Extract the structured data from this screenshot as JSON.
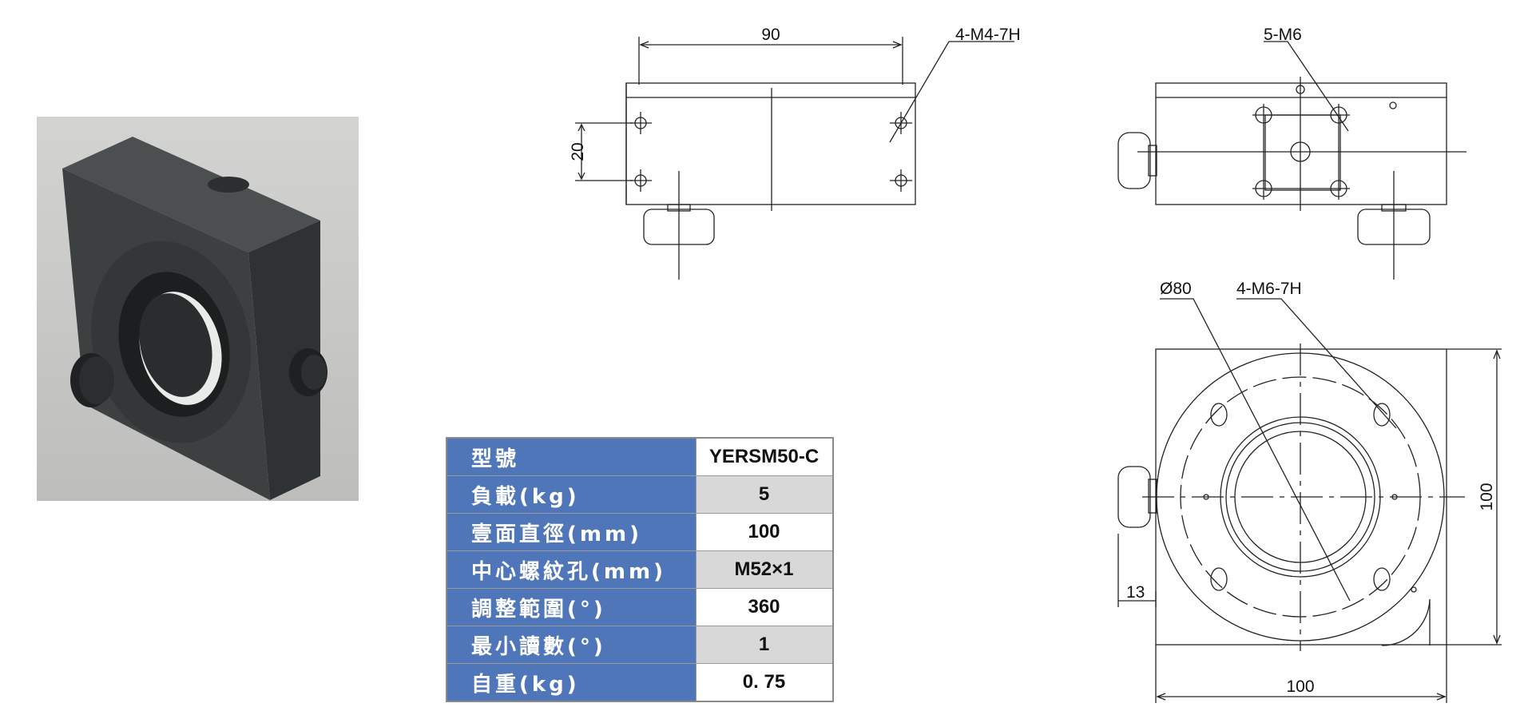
{
  "drawing_labels": {
    "front_width": "90",
    "front_hole_spacing": "20",
    "front_holes": "4-M4-7H",
    "side_holes": "5-M6",
    "top_diameter": "Ø80",
    "top_holes": "4-M6-7H",
    "top_height": "100",
    "top_width": "100",
    "knob_offset": "13"
  },
  "specs": [
    {
      "label": "型號",
      "value": "YERSM50-C"
    },
    {
      "label": "負載(kg)",
      "value": "5"
    },
    {
      "label": "壹面直徑(mm)",
      "value": "100"
    },
    {
      "label": "中心螺紋孔(mm)",
      "value": "M52×1"
    },
    {
      "label": "調整範圍(°)",
      "value": "360"
    },
    {
      "label": "最小讀數(°)",
      "value": "1"
    },
    {
      "label": "自重(kg)",
      "value": "0. 75"
    }
  ],
  "colors": {
    "header_fill": "#4f76b8",
    "alt_row_fill": "#d8d8d8",
    "line": "#222222"
  }
}
